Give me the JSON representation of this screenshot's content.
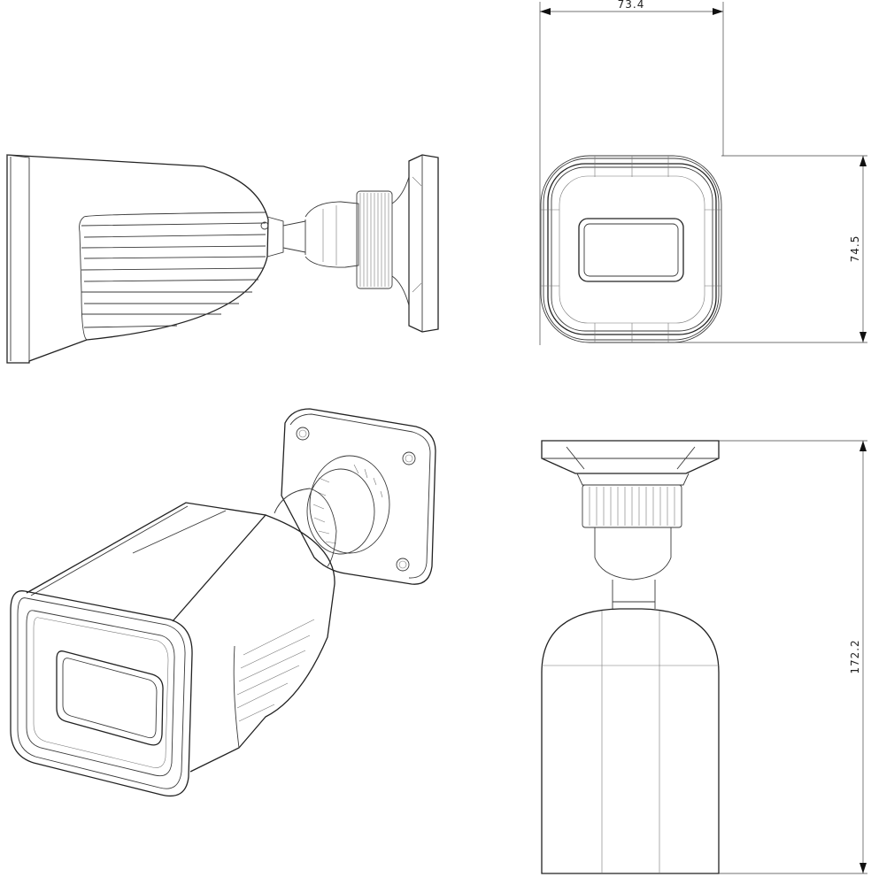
{
  "dimensions": {
    "width": "73.4",
    "height": "74.5",
    "length": "172.2"
  }
}
